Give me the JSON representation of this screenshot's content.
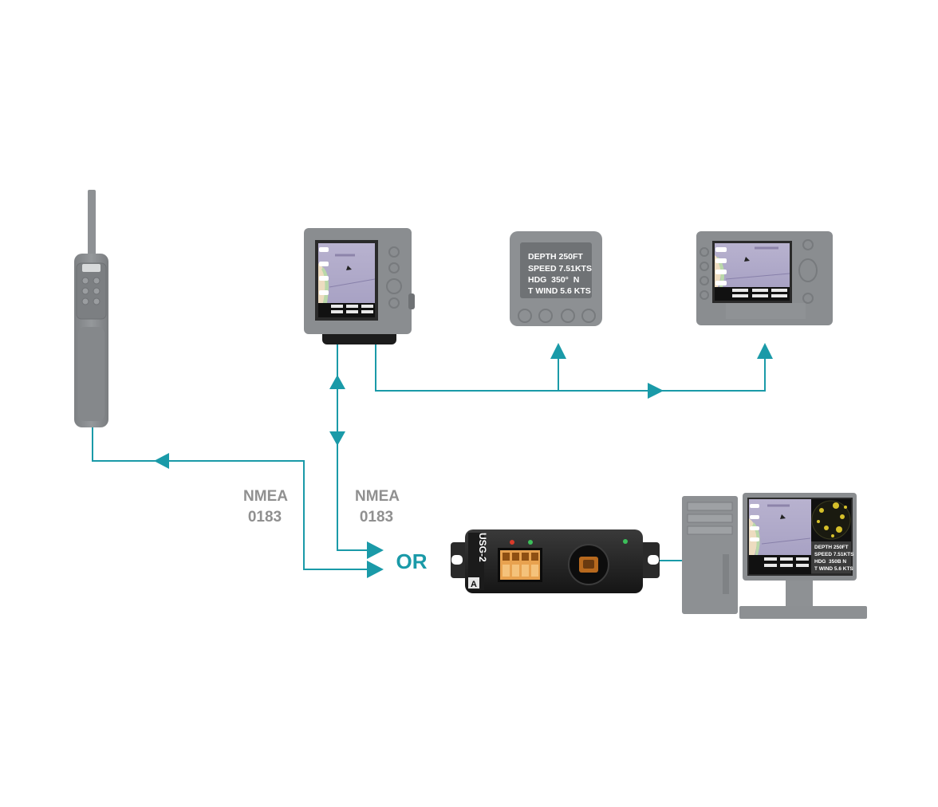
{
  "labels": {
    "nmea_left_line1": "NMEA",
    "nmea_left_line2": "0183",
    "nmea_right_line1": "NMEA",
    "nmea_right_line2": "0183",
    "or": "OR",
    "device_model": "USG-2",
    "device_badge": "A"
  },
  "instrument_display": {
    "line1": "DEPTH 250FT",
    "line2": "SPEED 7.51KTS",
    "line3": "HDG  350°  N",
    "line4": "T WIND 5.6 KTS"
  },
  "monitor_display": {
    "line1": "DEPTH 250FT",
    "line2": "SPEED 7.51KTS",
    "line3": "HDG  350B N",
    "line4": "T WIND 5.6 KTS"
  },
  "colors": {
    "connector": "#1a9aa8",
    "device_gray": "#8a8d90",
    "device_dark": "#5f6264",
    "label_gray": "#909090"
  }
}
